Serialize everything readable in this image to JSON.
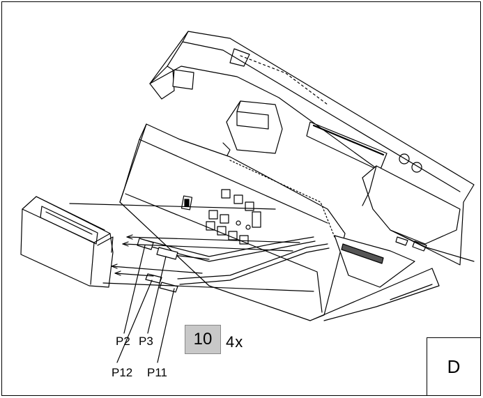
{
  "connectors": {
    "p2": "P2",
    "p3": "P3",
    "p12": "P12",
    "p11": "P11"
  },
  "step": {
    "number": "10",
    "quantity": "4x"
  },
  "view_label": "D",
  "colors": {
    "line": "#000000",
    "step_fill": "#c8c8c8"
  }
}
